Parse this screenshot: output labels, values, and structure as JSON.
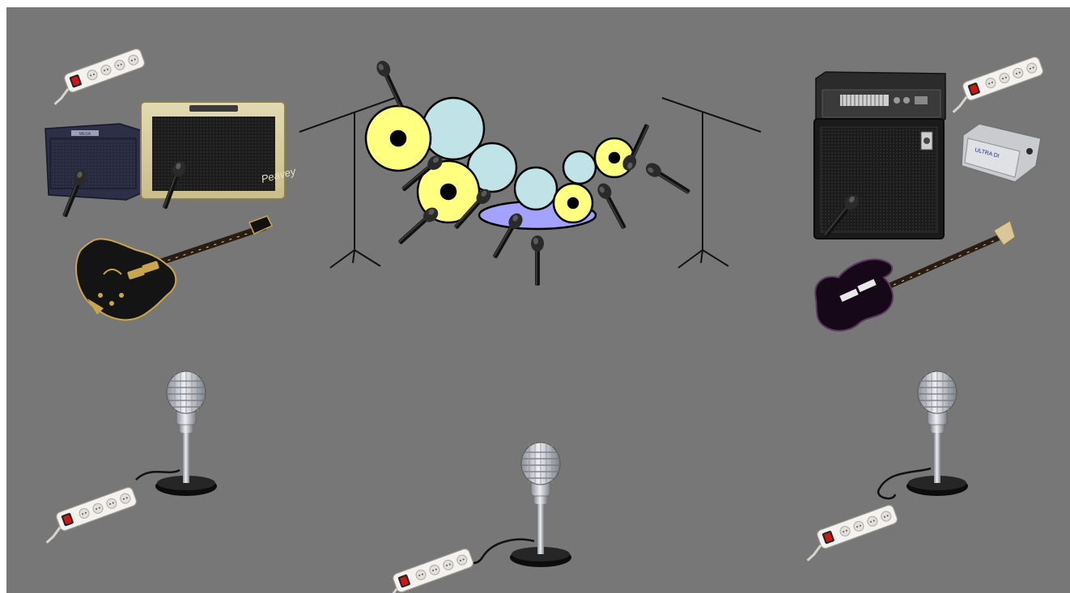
{
  "canvas": {
    "background": "#777777",
    "frame": "#ffffff"
  },
  "colors": {
    "drum_yellow": "#ffff80",
    "drum_cyan": "#bfe3e6",
    "drum_purple": "#a3a3ff",
    "amp_tweed": "#d9cfa3",
    "amp_dark": "#2c2f45",
    "bass_cab": "#1a1a1a",
    "guitar_black": "#141414",
    "power_red": "#cc1111",
    "strip_white": "#f2f0ec",
    "chrome": "#c9ccd1"
  },
  "logos": {
    "amp_brand": "Peavey",
    "di_box": "ULTRA DI"
  },
  "stage_items": [
    {
      "name": "power-strip",
      "icon": "power-strip-icon"
    },
    {
      "name": "guitar-amp-small",
      "icon": "guitar-amp-icon"
    },
    {
      "name": "guitar-amp-tweed",
      "icon": "guitar-amp-icon"
    },
    {
      "name": "electric-guitar",
      "icon": "guitar-icon"
    },
    {
      "name": "drum-kit",
      "icon": "drum-kit-icon"
    },
    {
      "name": "overhead-mic-stand-left",
      "icon": "mic-stand-icon"
    },
    {
      "name": "overhead-mic-stand-right",
      "icon": "mic-stand-icon"
    },
    {
      "name": "bass-amp-head",
      "icon": "amp-head-icon"
    },
    {
      "name": "bass-cabinet",
      "icon": "bass-cabinet-icon"
    },
    {
      "name": "di-box",
      "icon": "di-box-icon"
    },
    {
      "name": "bass-guitar",
      "icon": "bass-guitar-icon"
    },
    {
      "name": "vocal-mic-left",
      "icon": "vintage-mic-icon"
    },
    {
      "name": "vocal-mic-center",
      "icon": "vintage-mic-icon"
    },
    {
      "name": "vocal-mic-right",
      "icon": "vintage-mic-icon"
    }
  ]
}
